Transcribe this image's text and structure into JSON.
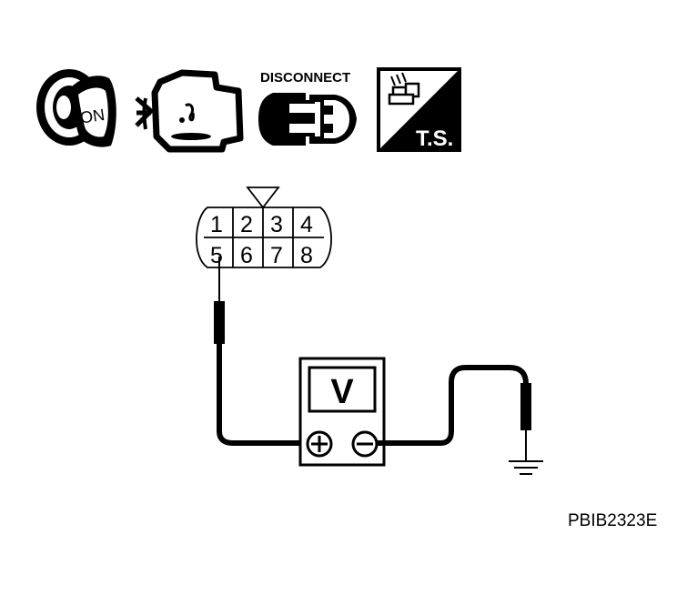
{
  "icons": {
    "ignition": {
      "icon": "ignition-key-icon",
      "label": "ON"
    },
    "engine": {
      "icon": "engine-icon"
    },
    "disconnect": {
      "icon": "connector-disconnect-icon",
      "label": "DISCONNECT"
    },
    "trouble_shooting": {
      "icon": "trouble-shooting-icon",
      "label": "T.S."
    }
  },
  "connector": {
    "pins_top": [
      "1",
      "2",
      "3",
      "4"
    ],
    "pins_bottom": [
      "5",
      "6",
      "7",
      "8"
    ]
  },
  "voltmeter": {
    "display": "V",
    "positive_symbol": "+",
    "negative_symbol": "−"
  },
  "reference_code": "PBIB2323E",
  "colors": {
    "ink": "#000000",
    "paper": "#ffffff"
  }
}
